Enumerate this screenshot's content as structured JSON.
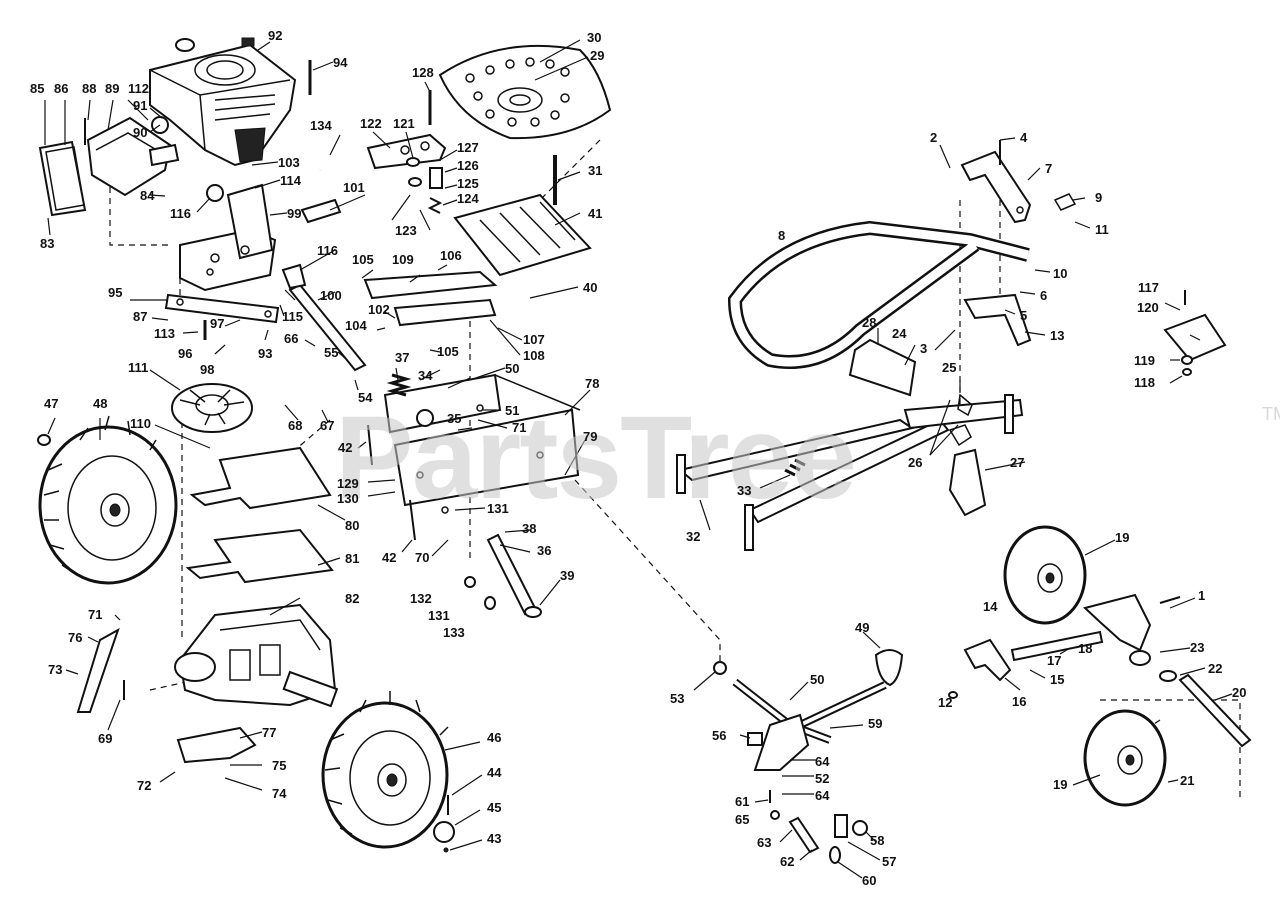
{
  "watermark": {
    "text": "PartsTree",
    "trademark": "TM"
  },
  "labels": {
    "l1": "1",
    "l2": "2",
    "l3": "3",
    "l4": "4",
    "l5": "5",
    "l6": "6",
    "l7": "7",
    "l8": "8",
    "l9": "9",
    "l10": "10",
    "l11": "11",
    "l12": "12",
    "l13": "13",
    "l14": "14",
    "l15": "15",
    "l16": "16",
    "l17": "17",
    "l18": "18",
    "l19a": "19",
    "l19b": "19",
    "l20": "20",
    "l21": "21",
    "l22": "22",
    "l23": "23",
    "l24": "24",
    "l25": "25",
    "l26": "26",
    "l27": "27",
    "l28": "28",
    "l29": "29",
    "l30": "30",
    "l31": "31",
    "l32": "32",
    "l33": "33",
    "l34": "34",
    "l35": "35",
    "l36": "36",
    "l37": "37",
    "l38": "38",
    "l39": "39",
    "l40": "40",
    "l41": "41",
    "l42a": "42",
    "l42b": "42",
    "l43": "43",
    "l44": "44",
    "l45": "45",
    "l46": "46",
    "l47": "47",
    "l48": "48",
    "l49": "49",
    "l50a": "50",
    "l50b": "50",
    "l51": "51",
    "l52": "52",
    "l53": "53",
    "l54": "54",
    "l55": "55",
    "l56": "56",
    "l57": "57",
    "l58": "58",
    "l59": "59",
    "l60": "60",
    "l61": "61",
    "l62": "62",
    "l63": "63",
    "l64a": "64",
    "l64b": "64",
    "l65": "65",
    "l66": "66",
    "l67": "67",
    "l68": "68",
    "l69": "69",
    "l70": "70",
    "l71a": "71",
    "l71b": "71",
    "l72": "72",
    "l73": "73",
    "l74": "74",
    "l75": "75",
    "l76": "76",
    "l77": "77",
    "l78": "78",
    "l79": "79",
    "l80": "80",
    "l81": "81",
    "l82": "82",
    "l83": "83",
    "l84": "84",
    "l85": "85",
    "l86": "86",
    "l87": "87",
    "l88": "88",
    "l89": "89",
    "l90": "90",
    "l91": "91",
    "l92": "92",
    "l93": "93",
    "l94": "94",
    "l95": "95",
    "l96": "96",
    "l97": "97",
    "l98": "98",
    "l99": "99",
    "l100": "100",
    "l101": "101",
    "l102": "102",
    "l103": "103",
    "l104": "104",
    "l105a": "105",
    "l105b": "105",
    "l106": "106",
    "l107": "107",
    "l108": "108",
    "l109": "109",
    "l110": "110",
    "l111": "111",
    "l112": "112",
    "l113": "113",
    "l114": "114",
    "l115": "115",
    "l116a": "116",
    "l116b": "116",
    "l117": "117",
    "l118": "118",
    "l119": "119",
    "l120": "120",
    "l121": "121",
    "l122": "122",
    "l123": "123",
    "l124": "124",
    "l125": "125",
    "l126": "126",
    "l127": "127",
    "l128": "128",
    "l129": "129",
    "l130": "130",
    "l131a": "131",
    "l131b": "131",
    "l132": "132",
    "l133": "133",
    "l134": "134"
  }
}
